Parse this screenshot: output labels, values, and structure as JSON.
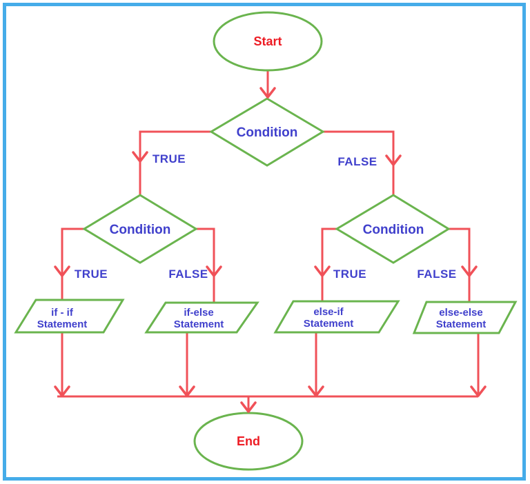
{
  "colors": {
    "frame": "#45ace9",
    "shape": "#6ab44e",
    "arrow": "#f05158",
    "terminal_text": "#ed1c24",
    "label_text": "#4040cc"
  },
  "nodes": {
    "start": "Start",
    "end": "End",
    "condition_top": "Condition",
    "condition_left": "Condition",
    "condition_right": "Condition"
  },
  "branches": {
    "top_true": "TRUE",
    "top_false": "FALSE",
    "left_true": "TRUE",
    "left_false": "FALSE",
    "right_true": "TRUE",
    "right_false": "FALSE"
  },
  "outputs": {
    "if_if": {
      "line1": "if - if",
      "line2": "Statement"
    },
    "if_else": {
      "line1": "if-else",
      "line2": "Statement"
    },
    "else_if": {
      "line1": "else-if",
      "line2": "Statement"
    },
    "else_else": {
      "line1": "else-else",
      "line2": "Statement"
    }
  }
}
